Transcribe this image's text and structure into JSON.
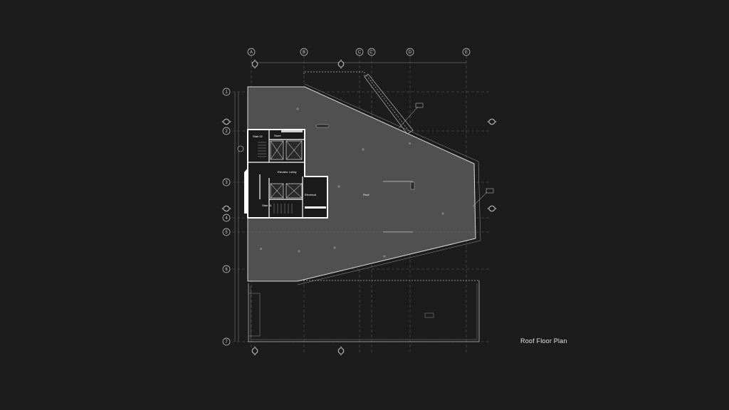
{
  "caption": "Roof Floor Plan",
  "grid": {
    "columns": [
      "A",
      "B",
      "C",
      "C'",
      "D",
      "E"
    ],
    "rows": [
      "1",
      "2",
      "3",
      "4",
      "5",
      "6",
      "7"
    ]
  },
  "rooms": {
    "stair_a": "Stair 02",
    "store": "Store",
    "elevator_lobby": "Elevator Lobby",
    "electrical": "Electrical",
    "stair_b": "Stair 01",
    "roof": "Roof"
  },
  "colors": {
    "background": "#1c1c1c",
    "roof_fill": "#505050",
    "line": "#d0d0d0",
    "core_fill": "#1a1a1a",
    "wall": "#ffffff"
  }
}
